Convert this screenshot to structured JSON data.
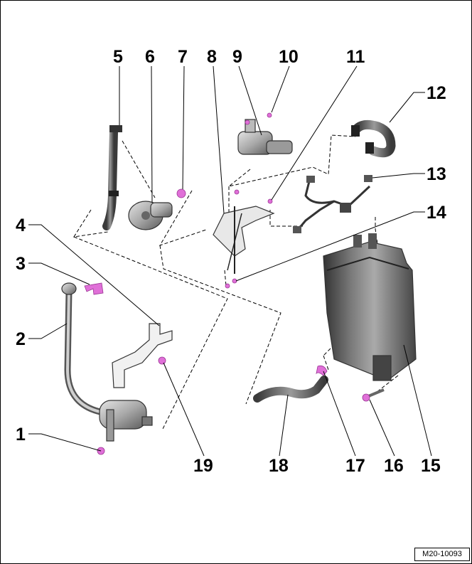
{
  "callouts": [
    {
      "id": "1",
      "label": "1"
    },
    {
      "id": "2",
      "label": "2"
    },
    {
      "id": "3",
      "label": "3"
    },
    {
      "id": "4",
      "label": "4"
    },
    {
      "id": "5",
      "label": "5"
    },
    {
      "id": "6",
      "label": "6"
    },
    {
      "id": "7",
      "label": "7"
    },
    {
      "id": "8",
      "label": "8"
    },
    {
      "id": "9",
      "label": "9"
    },
    {
      "id": "10",
      "label": "10"
    },
    {
      "id": "11",
      "label": "11"
    },
    {
      "id": "12",
      "label": "12"
    },
    {
      "id": "13",
      "label": "13"
    },
    {
      "id": "14",
      "label": "14"
    },
    {
      "id": "15",
      "label": "15"
    },
    {
      "id": "16",
      "label": "16"
    },
    {
      "id": "17",
      "label": "17"
    },
    {
      "id": "18",
      "label": "18"
    },
    {
      "id": "19",
      "label": "19"
    }
  ],
  "reference_code": "M20-10093",
  "colors": {
    "highlight": "#e070d8",
    "part_fill": "#b5b5b5",
    "part_dark": "#4a4a4a"
  }
}
